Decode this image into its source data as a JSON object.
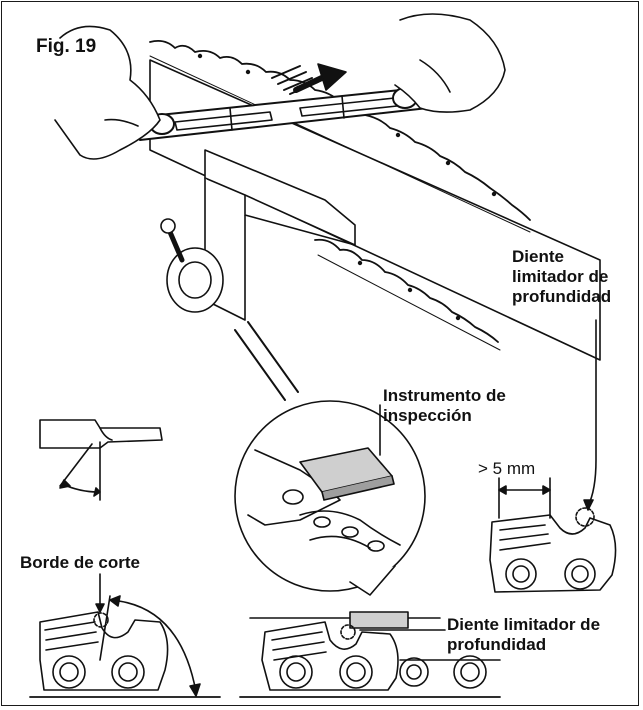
{
  "figure": {
    "label": "Fig. 19"
  },
  "labels": {
    "tool_line1": "Instrumento de",
    "tool_line2": "inspección",
    "depth_top_line1": "Diente",
    "depth_top_line2": "limitador de",
    "depth_top_line3": "profundidad",
    "depth_bottom_line1": "Diente limitador de",
    "depth_bottom_line2": "profundidad",
    "cutting_edge": "Borde de corte",
    "measure": "> 5 mm"
  }
}
